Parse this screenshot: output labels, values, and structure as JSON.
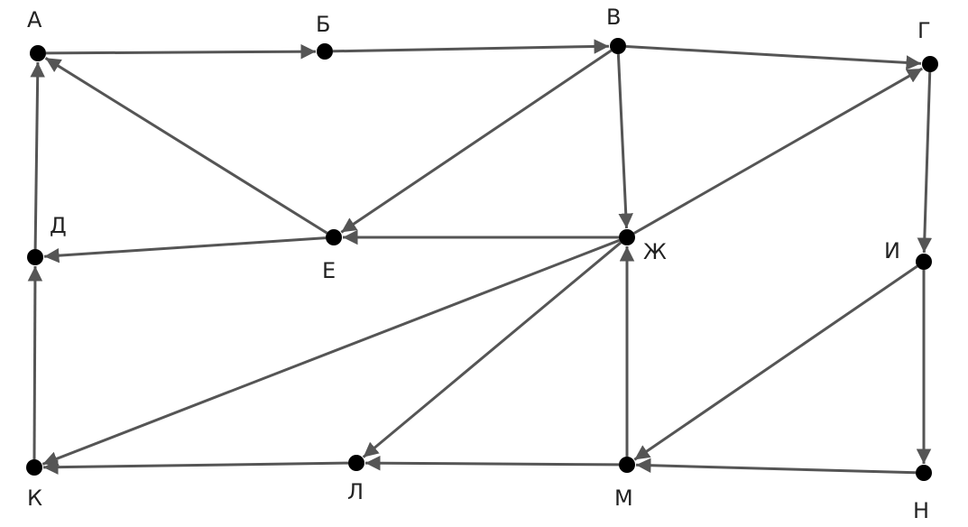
{
  "graph": {
    "colors": {
      "edge": "#555555",
      "node": "#000000",
      "label": "#222222",
      "background": "#ffffff"
    },
    "nodes": [
      {
        "id": "A",
        "label": "А"
      },
      {
        "id": "B",
        "label": "Б"
      },
      {
        "id": "V",
        "label": "В"
      },
      {
        "id": "G",
        "label": "Г"
      },
      {
        "id": "D",
        "label": "Д"
      },
      {
        "id": "E",
        "label": "Е"
      },
      {
        "id": "Zh",
        "label": "Ж"
      },
      {
        "id": "I",
        "label": "И"
      },
      {
        "id": "K",
        "label": "К"
      },
      {
        "id": "L",
        "label": "Л"
      },
      {
        "id": "M",
        "label": "М"
      },
      {
        "id": "N",
        "label": "Н"
      }
    ],
    "edges": [
      {
        "from": "A",
        "to": "B"
      },
      {
        "from": "B",
        "to": "V"
      },
      {
        "from": "V",
        "to": "G"
      },
      {
        "from": "V",
        "to": "E"
      },
      {
        "from": "V",
        "to": "Zh"
      },
      {
        "from": "E",
        "to": "A"
      },
      {
        "from": "E",
        "to": "D"
      },
      {
        "from": "D",
        "to": "A"
      },
      {
        "from": "Zh",
        "to": "E"
      },
      {
        "from": "Zh",
        "to": "G"
      },
      {
        "from": "Zh",
        "to": "K"
      },
      {
        "from": "Zh",
        "to": "L"
      },
      {
        "from": "G",
        "to": "I"
      },
      {
        "from": "I",
        "to": "M"
      },
      {
        "from": "I",
        "to": "N"
      },
      {
        "from": "N",
        "to": "M"
      },
      {
        "from": "M",
        "to": "L"
      },
      {
        "from": "M",
        "to": "Zh"
      },
      {
        "from": "L",
        "to": "K"
      },
      {
        "from": "K",
        "to": "D"
      }
    ]
  }
}
